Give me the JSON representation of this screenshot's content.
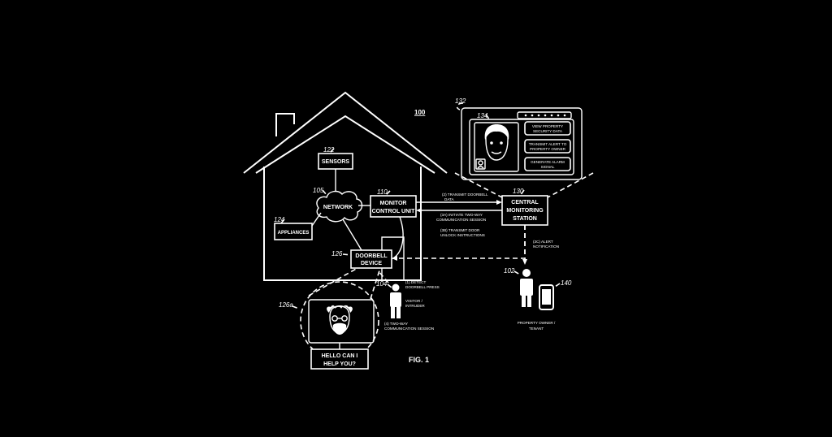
{
  "figure": {
    "ref_system": "100",
    "fig_label": "FIG. 1"
  },
  "house": {
    "sensors": {
      "ref": "122",
      "label": "SENSORS"
    },
    "network": {
      "ref": "105",
      "label": "NETWORK"
    },
    "appliances": {
      "ref": "124",
      "label": "APPLIANCES"
    },
    "monitor": {
      "ref": "110",
      "line1": "MONITOR",
      "line2": "CONTROL UNIT"
    },
    "doorbell": {
      "ref": "126",
      "line1": "DOORBELL",
      "line2": "DEVICE"
    }
  },
  "station": {
    "ref": "130",
    "line1": "CENTRAL",
    "line2": "MONITORING",
    "line3": "STATION"
  },
  "screen": {
    "ref_panel": "132",
    "ref_face": "134",
    "buttons": [
      {
        "line1": "VIEW PROPERTY",
        "line2": "SECURITY DATA"
      },
      {
        "line1": "TRANSMIT ALERT TO",
        "line2": "PROPERTY OWNER"
      },
      {
        "line1": "GENERATE ALARM",
        "line2": "SIGNAL"
      }
    ]
  },
  "steps": {
    "s2": {
      "line1": "(2) TRANSMIT DOORBELL",
      "line2": "DATA"
    },
    "s3a": {
      "line1": "(3A) INITIATE TWO-WAY",
      "line2": "COMMUNICATION SESSION"
    },
    "s3b": {
      "line1": "(3B) TRANSMIT DOOR",
      "line2": "UNLOCK INSTRUCTIONS"
    },
    "s3c": {
      "line1": "(3C) ALERT",
      "line2": "NOTIFICATION"
    },
    "s1": {
      "line1": "(1) DETECT",
      "line2": "DOORBELL PRESS"
    },
    "s4": {
      "line1": "(4) TWO-WAY",
      "line2": "COMMUNICATION SESSION"
    }
  },
  "visitor": {
    "ref": "104",
    "line1": "VISITOR /",
    "line2": "INTRUDER"
  },
  "owner": {
    "ref_person": "102",
    "ref_phone": "140",
    "line1": "PROPERTY OWNER /",
    "line2": "TENANT"
  },
  "bubble": {
    "ref": "126a",
    "line1": "HELLO CAN I",
    "line2": "HELP YOU?"
  }
}
